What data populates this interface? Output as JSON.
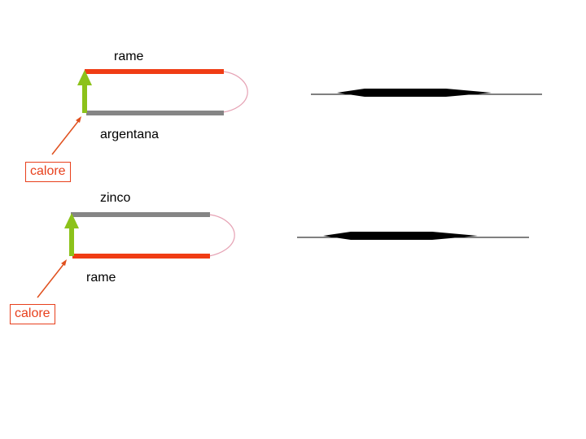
{
  "colors": {
    "copper": "#f03c14",
    "grey_metal": "#858585",
    "green_arrow": "#8cc21a",
    "heat_arrow": "#e0501e",
    "loop": "#e6a2b4",
    "heat_label": "#e8401c",
    "device": "#000000"
  },
  "panels": [
    {
      "top_metal": "rame",
      "bottom_metal": "argentana",
      "heat_label": "calore"
    },
    {
      "top_metal": "zinco",
      "bottom_metal": "rame",
      "heat_label": "calore"
    }
  ]
}
